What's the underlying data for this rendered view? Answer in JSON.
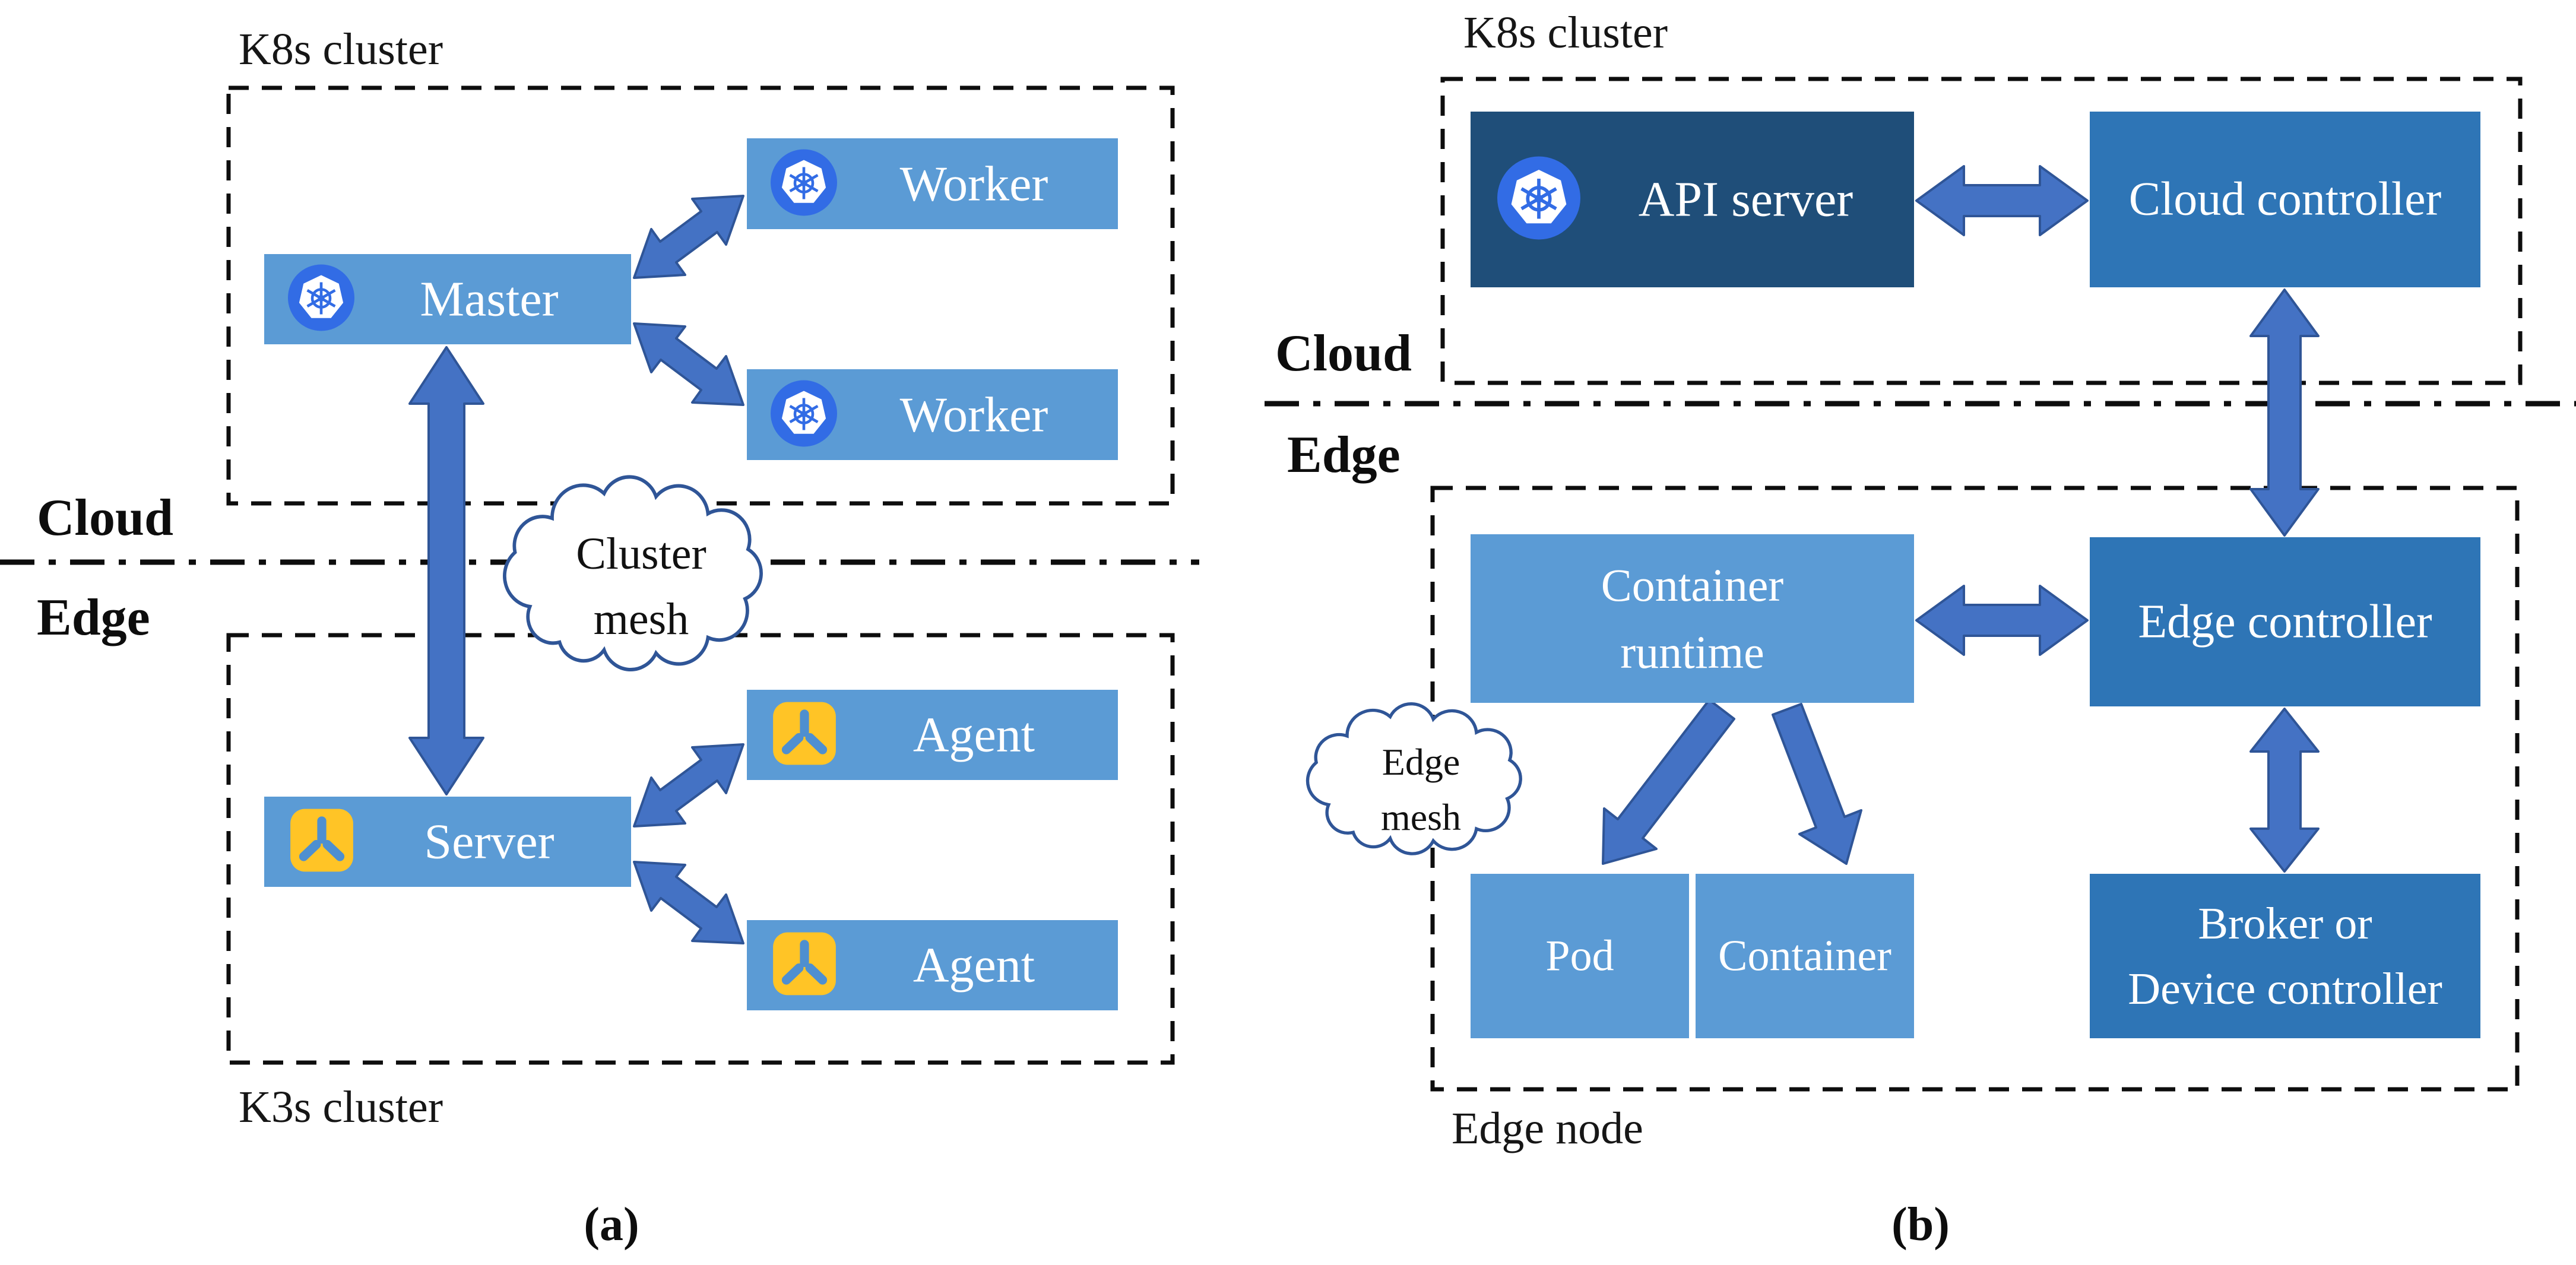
{
  "colors": {
    "box_light_blue": "#5B9BD5",
    "box_medium_blue": "#2E75B6",
    "box_dark_navy": "#1F4E79",
    "arrow_fill": "#4472C4",
    "arrow_outline": "#2F5597",
    "k8s_icon_blue": "#326CE5",
    "k3s_icon_yellow": "#FFC426",
    "cloud_outline_blue": "#2F5597",
    "dashed_border": "#0d0d0d"
  },
  "panel_a": {
    "cluster_top_label": "K8s cluster",
    "cluster_bottom_label": "K3s cluster",
    "zone_top_label": "Cloud",
    "zone_bottom_label": "Edge",
    "mesh_line1": "Cluster",
    "mesh_line2": "mesh",
    "nodes": {
      "master": "Master",
      "worker1": "Worker",
      "worker2": "Worker",
      "server": "Server",
      "agent1": "Agent",
      "agent2": "Agent"
    },
    "caption": "(a)"
  },
  "panel_b": {
    "cluster_label": "K8s cluster",
    "zone_top_label": "Cloud",
    "zone_bottom_label": "Edge",
    "edge_node_label": "Edge node",
    "mesh_line1": "Edge",
    "mesh_line2": "mesh",
    "nodes": {
      "api_server": "API server",
      "cloud_controller": "Cloud controller",
      "container_runtime_line1": "Container",
      "container_runtime_line2": "runtime",
      "edge_controller": "Edge controller",
      "pod": "Pod",
      "container": "Container",
      "broker_line1": "Broker or",
      "broker_line2": "Device controller"
    },
    "caption": "(b)"
  }
}
